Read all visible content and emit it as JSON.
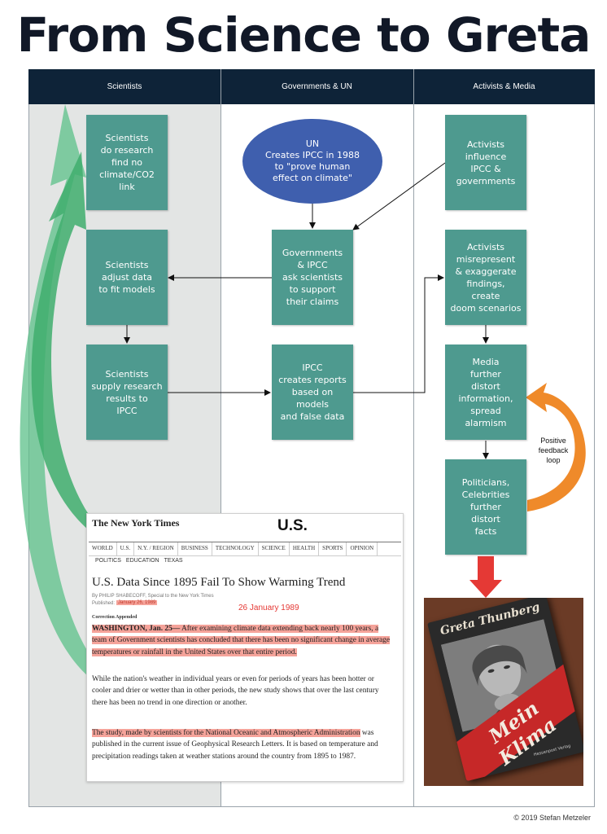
{
  "title": "From Science to Greta",
  "lanes": [
    "Scientists",
    "Governments & UN",
    "Activists & Media"
  ],
  "boxes": {
    "sci_research": "Scientists\ndo research\nfind no\nclimate/CO2\nlink",
    "sci_adjust": "Scientists\nadjust data\nto fit models",
    "sci_supply": "Scientists\nsupply research\nresults to\nIPCC",
    "un": "UN\nCreates IPCC in 1988\nto \"prove human\neffect on climate\"",
    "gov_ipcc": "Governments\n& IPCC\nask scientists\nto support\ntheir claims",
    "ipcc_reports": "IPCC\ncreates reports\nbased on\nmodels\nand false data",
    "act_influence": "Activists\ninfluence\nIPCC &\ngovernments",
    "act_misrepresent": "Activists\nmisrepresent\n& exaggerate\nfindings,\ncreate\ndoom scenarios",
    "media": "Media\nfurther\ndistort\ninformation,\nspread\nalarmism",
    "politicians": "Politicians,\nCelebrities\nfurther\ndistort\nfacts"
  },
  "feedback_label": "Positive\nfeedback\nloop",
  "newspaper": {
    "logo": "The New York Times",
    "section": "U.S.",
    "nav": [
      "WORLD",
      "U.S.",
      "N.Y. / REGION",
      "BUSINESS",
      "TECHNOLOGY",
      "SCIENCE",
      "HEALTH",
      "SPORTS",
      "OPINION"
    ],
    "nav2": [
      "POLITICS",
      "EDUCATION",
      "TEXAS"
    ],
    "headline": "U.S. Data Since 1895 Fail To Show Warming Trend",
    "byline": "By PHILIP SHABECOFF, Special to the New York Times",
    "published_label": "Published:",
    "published_date": "January 26, 1989",
    "date_note": "26 January 1989",
    "correction": "Correction Appended",
    "para1_loc": "WASHINGTON, Jan. 25—",
    "para1_text": " After examining climate data extending back nearly 100 years, a team of Government scientists has concluded that there has been no significant change in average temperatures or rainfall in the United States over that entire period.",
    "para2": "While the nation's weather in individual years or even for periods of years has been hotter or cooler and drier or wetter than in other periods, the new study shows that over the last century there has been no trend in one direction or another.",
    "para3_hl": "The study, made by scientists for the National Oceanic and Atmospheric Administration",
    "para3_text": " was published in the current issue of Geophysical Research Letters. It is based on temperature and precipitation readings taken at weather stations around the country from 1895 to 1987."
  },
  "book": {
    "author": "Greta Thunberg",
    "title": "Mein Klima",
    "publisher": "Hessenpost Verlag"
  },
  "copyright": "© 2019 Stefan Metzeler",
  "colors": {
    "box": "#4e9a8f",
    "header": "#0e2338",
    "oval": "#3f5fae",
    "green_arrow": "#5cc08a",
    "orange_arrow": "#ef8a2a",
    "red_arrow": "#e53935"
  }
}
